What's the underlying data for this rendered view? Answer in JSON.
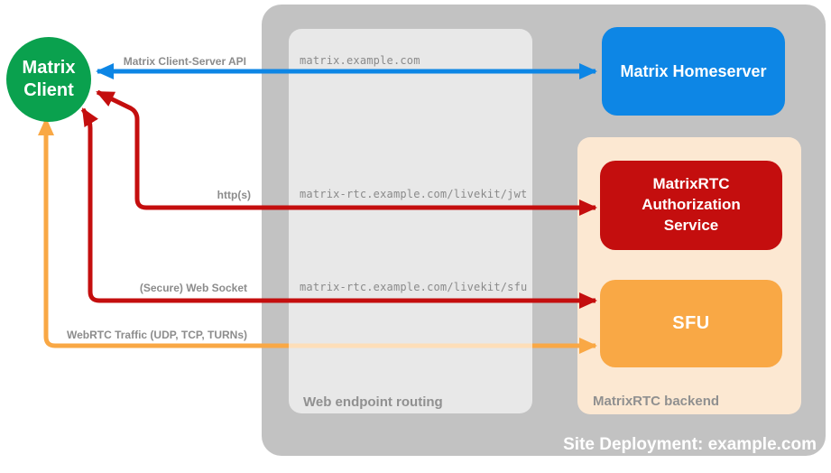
{
  "diagram_title": "Site Deployment: example.com",
  "client": {
    "label": "Matrix Client"
  },
  "nodes": {
    "homeserver": {
      "label": "Matrix Homeserver"
    },
    "auth_service": {
      "label": "MatrixRTC Authorization Service"
    },
    "sfu": {
      "label": "SFU"
    }
  },
  "containers": {
    "site": {
      "label": "Site Deployment: example.com"
    },
    "routing": {
      "label": "Web endpoint routing"
    },
    "backend": {
      "label": "MatrixRTC backend"
    }
  },
  "connections": {
    "client_server_api": {
      "label": "Matrix Client-Server API",
      "endpoint": "matrix.example.com",
      "color": "#0D86E5",
      "bidirectional": true
    },
    "http": {
      "label": "http(s)",
      "endpoint": "matrix-rtc.example.com/livekit/jwt",
      "color": "#C40E0E",
      "bidirectional": true
    },
    "websocket": {
      "label": "(Secure) Web Socket",
      "endpoint": "matrix-rtc.example.com/livekit/sfu",
      "color": "#C40E0E",
      "bidirectional": true
    },
    "webrtc": {
      "label": "WebRTC Traffic (UDP, TCP, TURNs)",
      "color": "#F9A845",
      "bidirectional": true
    }
  },
  "colors": {
    "green": "#0AA14E",
    "blue": "#0D86E5",
    "red": "#C40E0E",
    "orange": "#F9A845",
    "peach": "#FCE8D2",
    "gray_outer": "#C2C2C2",
    "gray_text": "#8C8C8C",
    "gray_mono": "#8A8A8A",
    "gray_section": "#909090",
    "white": "#FFFFFF"
  }
}
